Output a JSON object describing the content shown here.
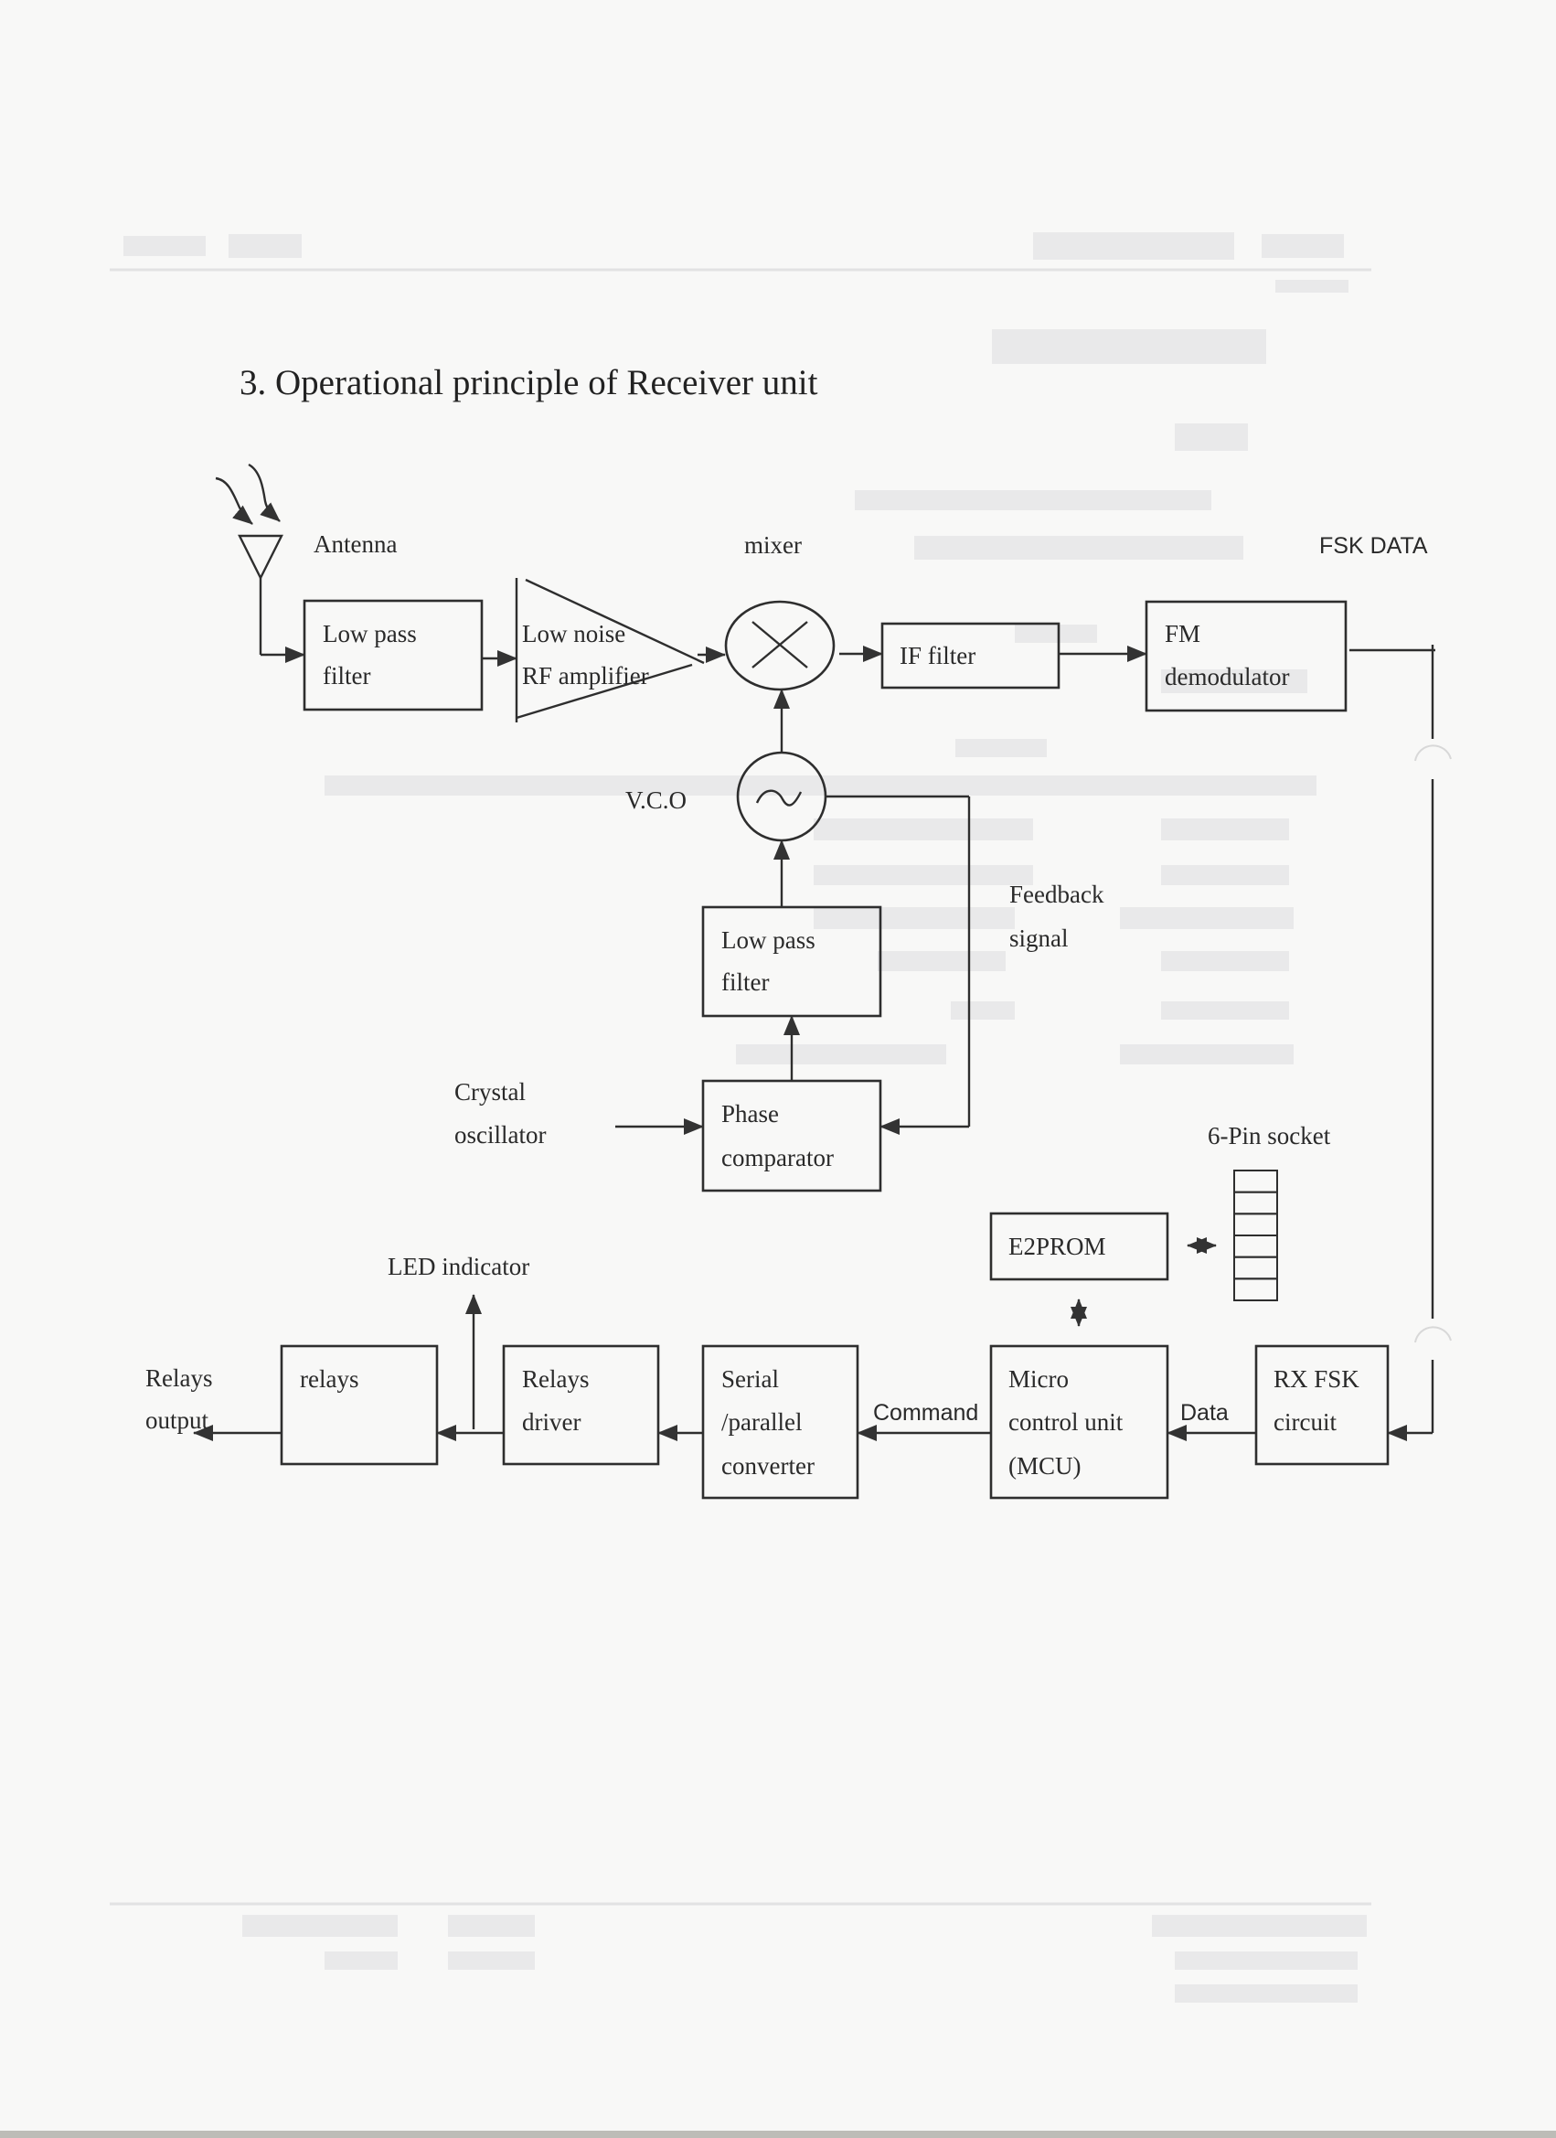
{
  "document": {
    "section_title": "3. Operational principle of Receiver unit"
  },
  "diagram": {
    "labels": {
      "antenna": "Antenna",
      "mixer": "mixer",
      "fsk_data": "FSK DATA",
      "vco": "V.C.O",
      "feedback_1": "Feedback",
      "feedback_2": "signal",
      "crystal_1": "Crystal",
      "crystal_2": "oscillator",
      "six_pin_socket": "6-Pin socket",
      "led_indicator": "LED indicator",
      "relays_output_1": "Relays",
      "relays_output_2": "output",
      "command": "Command",
      "data": "Data"
    },
    "blocks": {
      "lpf_rf": [
        "Low pass",
        "filter"
      ],
      "lna": [
        "Low noise",
        "RF amplifier"
      ],
      "if_filter": [
        "IF filter"
      ],
      "fm_demod": [
        "FM",
        "demodulator"
      ],
      "lpf_pll": [
        "Low pass",
        "filter"
      ],
      "phase_comp": [
        "Phase",
        "comparator"
      ],
      "e2prom": [
        "E2PROM"
      ],
      "mcu": [
        "Micro",
        "control unit",
        "(MCU)"
      ],
      "rx_fsk": [
        "RX FSK",
        "circuit"
      ],
      "serial_conv": [
        "Serial",
        "/parallel",
        "converter"
      ],
      "relays_driver": [
        "Relays",
        "driver"
      ],
      "relays": [
        "relays"
      ]
    },
    "socket_pins": 6
  }
}
